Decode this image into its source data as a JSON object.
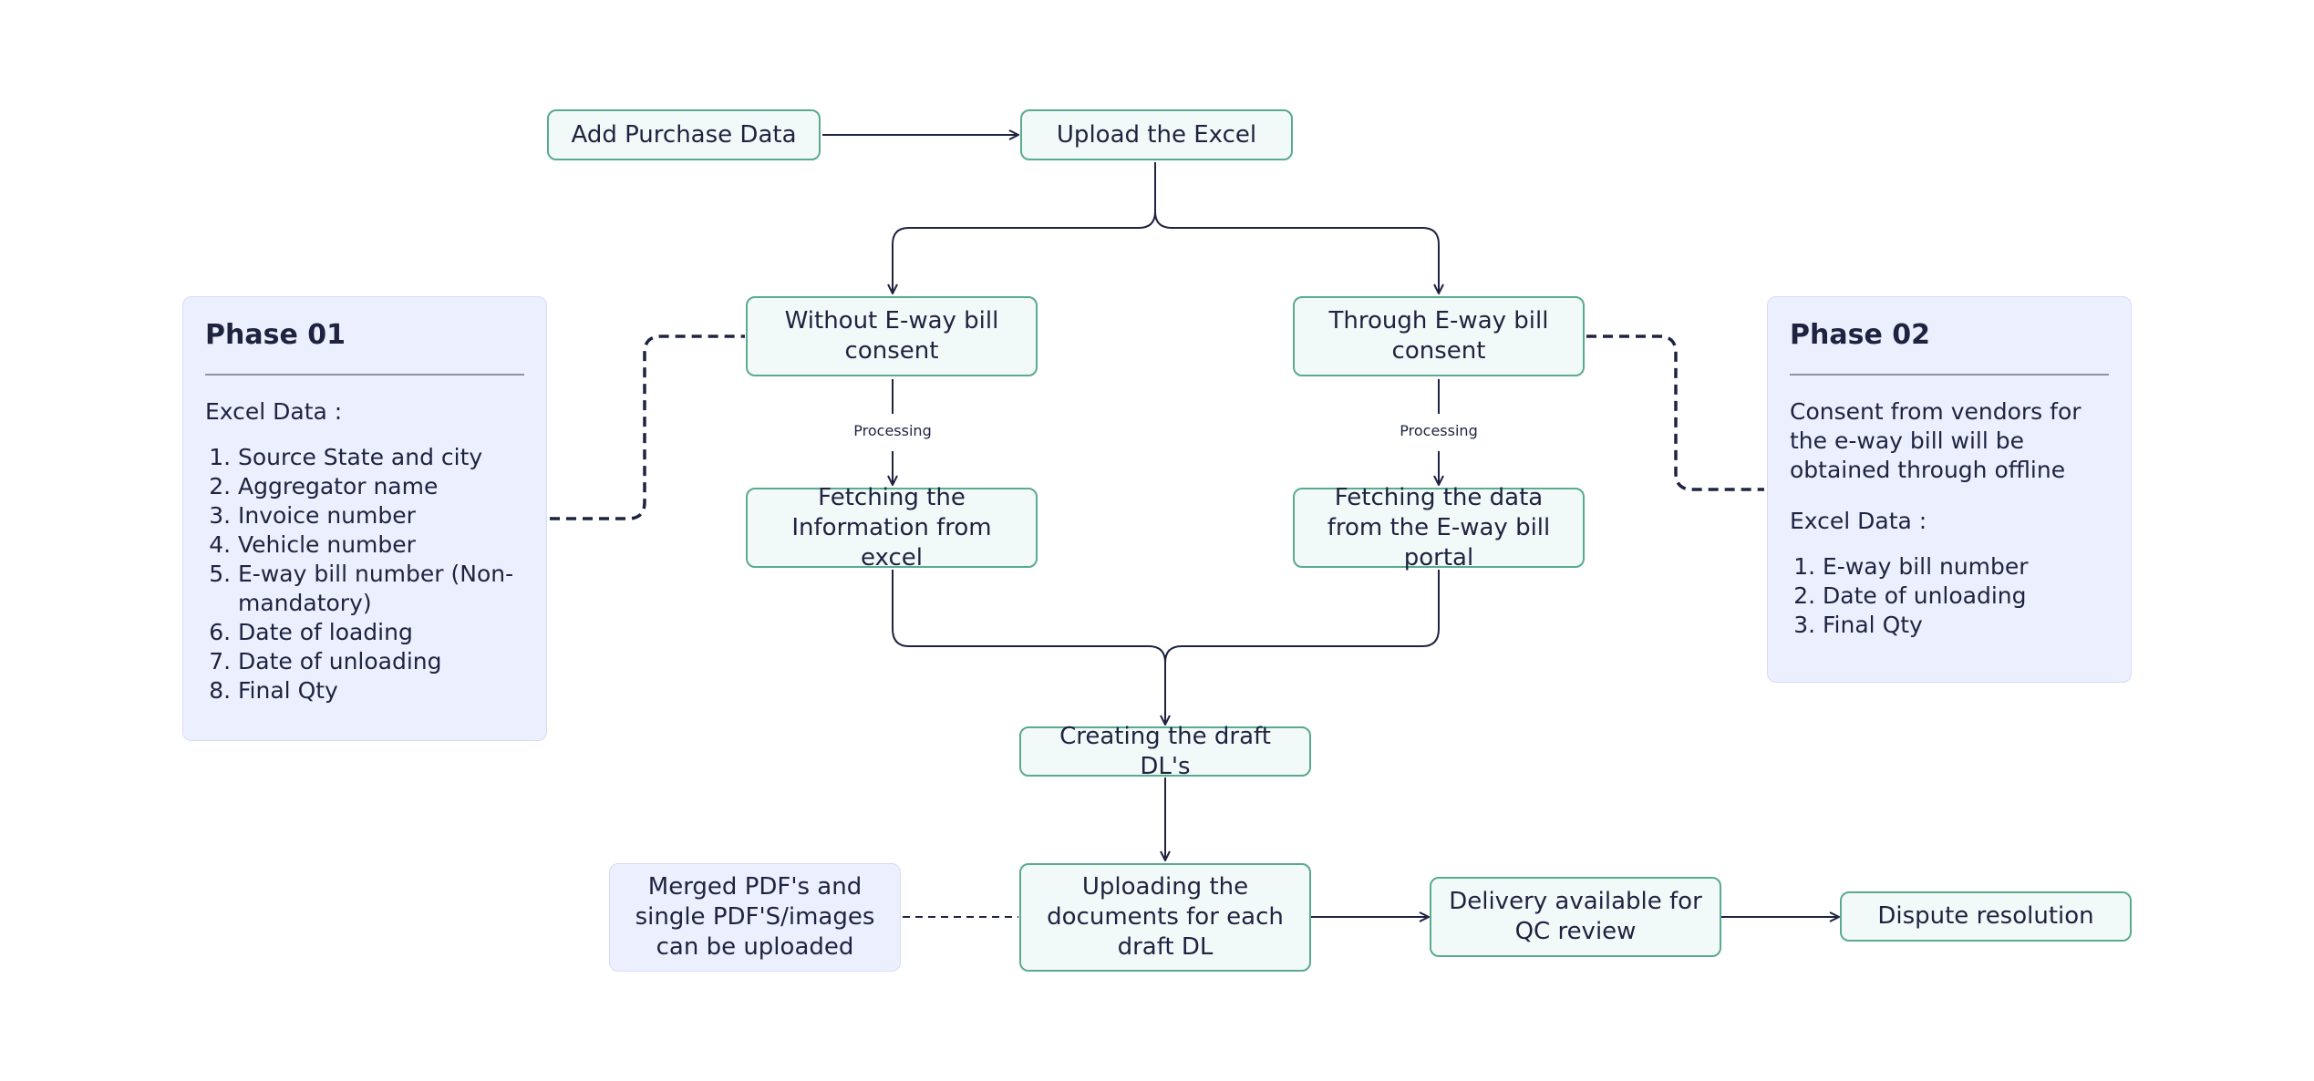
{
  "colors": {
    "node_fill": "#f1faf8",
    "node_border": "#5aaa8f",
    "note_fill": "#eceffd",
    "line": "#1e2340"
  },
  "nodes": {
    "add_purchase": "Add Purchase Data",
    "upload_excel": "Upload the Excel",
    "without_consent": "Without E-way bill consent",
    "through_consent": "Through E-way bill consent",
    "fetch_excel": "Fetching the Information from excel",
    "fetch_portal": "Fetching the data from the E-way bill portal",
    "create_draft": "Creating the draft DL's",
    "upload_docs": "Uploading the documents for each draft DL",
    "delivery_qc": "Delivery available for QC review",
    "dispute": "Dispute resolution"
  },
  "edge_labels": {
    "processing_left": "Processing",
    "processing_right": "Processing"
  },
  "phase1": {
    "title": "Phase 01",
    "subtitle": "Excel Data :",
    "items": [
      "Source State and city",
      "Aggregator name",
      "Invoice number",
      "Vehicle number",
      "E-way bill number (Non-mandatory)",
      "Date of loading",
      "Date of unloading",
      "Final Qty"
    ]
  },
  "phase2": {
    "title": "Phase 02",
    "description": "Consent from vendors for the e-way bill will be obtained through offline",
    "subtitle": "Excel Data :",
    "items": [
      "E-way bill number",
      "Date of unloading",
      "Final Qty"
    ]
  },
  "upload_note": "Merged PDF's and single PDF'S/images can be uploaded"
}
